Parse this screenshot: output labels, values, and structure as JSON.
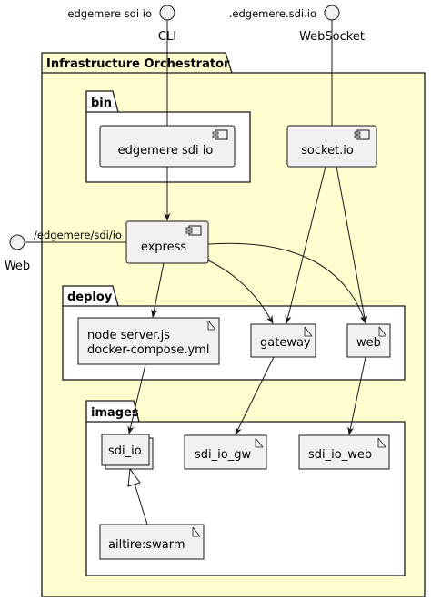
{
  "colors": {
    "package_fill": "#FEFECE",
    "inner_package_fill": "#FFFFFF",
    "node_fill": "#F1F1F1",
    "stroke": "#181818"
  },
  "packages": {
    "orchestrator": "Infrastructure Orchestrator",
    "bin": "bin",
    "deploy": "deploy",
    "images": "images"
  },
  "interfaces": {
    "cli_name": "edgemere sdi io",
    "cli_label": "CLI",
    "websocket_name": ".edgemere.sdi.io",
    "websocket_label": "WebSocket",
    "web_label": "Web",
    "web_path": "/edgemere/sdi/io"
  },
  "components": {
    "edgemere": "edgemere sdi io",
    "socketio": "socket.io",
    "express": "express"
  },
  "artifacts": {
    "server_line1": "node server.js",
    "server_line2": "docker-compose.yml",
    "gateway": "gateway",
    "web": "web",
    "sdi_io": "sdi_io",
    "sdi_io_gw": "sdi_io_gw",
    "sdi_io_web": "sdi_io_web",
    "swarm": "ailtire:swarm"
  }
}
